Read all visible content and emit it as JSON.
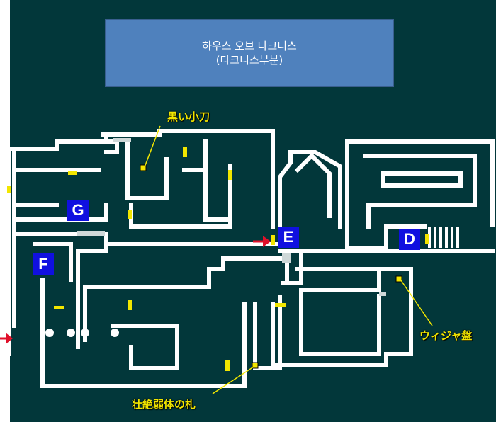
{
  "title": {
    "line1": "하우스 오브 다크니스",
    "line2": "(다크니스부분)"
  },
  "colors": {
    "background": "#02373a",
    "wall": "#ffffff",
    "title_box": "#4f81bd",
    "room_label": "#1010e0",
    "door_marker": "#f2e600",
    "item_marker": "#f2e600",
    "arrow": "#e0102a"
  },
  "room_labels": [
    "G",
    "F",
    "E",
    "D"
  ],
  "items": [
    {
      "label": "黒い小刀"
    },
    {
      "label": "ウィジャ盤"
    },
    {
      "label": "壮絶弱体の札"
    }
  ],
  "icons": [
    "entrance-arrow-icon",
    "item-marker-icon",
    "door-marker-icon",
    "staircase-icon"
  ]
}
